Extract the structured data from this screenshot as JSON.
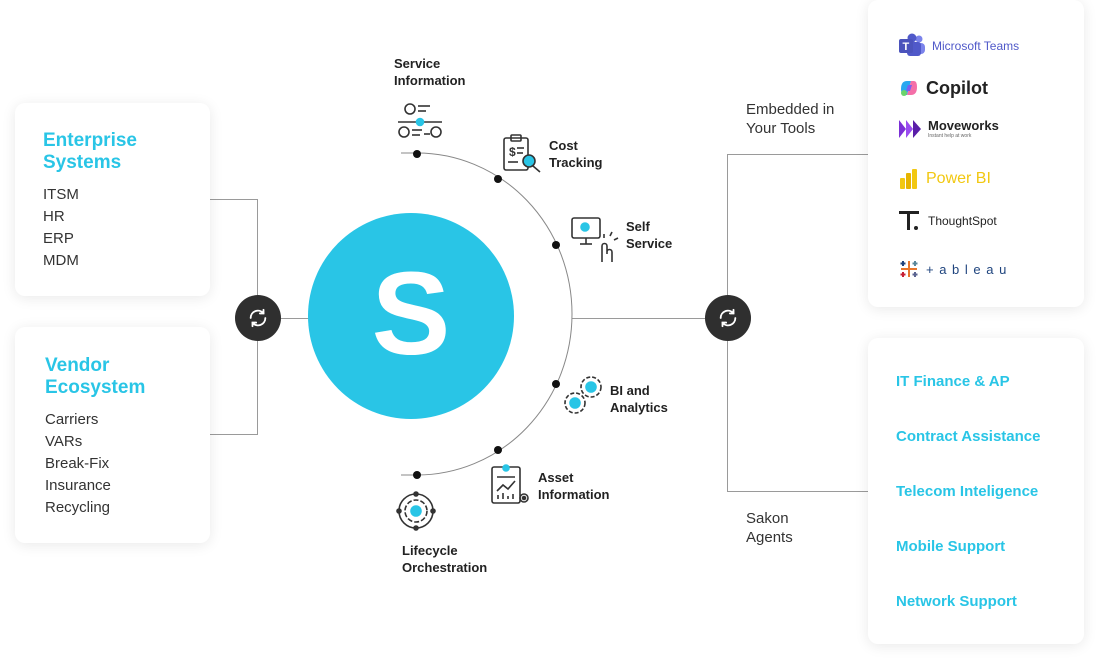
{
  "enterprise": {
    "title_line1": "Enterprise",
    "title_line2": "Systems",
    "items": [
      "ITSM",
      "HR",
      "ERP",
      "MDM"
    ]
  },
  "vendor": {
    "title_line1": "Vendor",
    "title_line2": "Ecosystem",
    "items": [
      "Carriers",
      "VARs",
      "Break-Fix",
      "Insurance",
      "Recycling"
    ]
  },
  "center": {
    "letter": "S",
    "color": "#29c5e6"
  },
  "capabilities": {
    "service_info": [
      "Service",
      "Information"
    ],
    "cost_tracking": [
      "Cost",
      "Tracking"
    ],
    "self_service": [
      "Self",
      "Service"
    ],
    "bi_analytics": [
      "BI and",
      "Analytics"
    ],
    "asset_info": [
      "Asset",
      "Information"
    ],
    "lifecycle": [
      "Lifecycle",
      "Orchestration"
    ]
  },
  "embedded": {
    "line1": "Embedded in",
    "line2": "Your Tools"
  },
  "agents_label": {
    "line1": "Sakon",
    "line2": "Agents"
  },
  "tools": {
    "teams": "Microsoft Teams",
    "copilot": "Copilot",
    "moveworks": "Moveworks",
    "moveworks_tag": "Instant help at work",
    "powerbi": "Power BI",
    "thoughtspot": "ThoughtSpot",
    "tableau": "+ a b l e a u"
  },
  "agents": [
    "IT Finance & AP",
    "Contract Assistance",
    "Telecom Inteligence",
    "Mobile Support",
    "Network Support"
  ],
  "colors": {
    "accent": "#29c5e6",
    "dark": "#2f2f2f"
  }
}
